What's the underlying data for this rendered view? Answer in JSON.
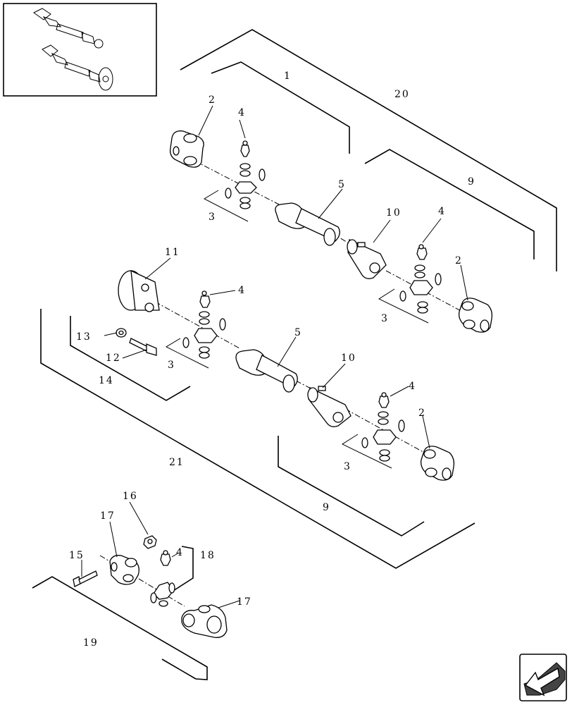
{
  "diagram": {
    "labels": {
      "n1": "1",
      "n2a": "2",
      "n2b": "2",
      "n2c": "2",
      "n3a": "3",
      "n3b": "3",
      "n3c": "3",
      "n3d": "3",
      "n4a": "4",
      "n4b": "4",
      "n4c": "4",
      "n4d": "4",
      "n4e": "4",
      "n5a": "5",
      "n5b": "5",
      "n9a": "9",
      "n9b": "9",
      "n10a": "10",
      "n10b": "10",
      "n11": "11",
      "n12": "12",
      "n13": "13",
      "n14": "14",
      "n15": "15",
      "n16": "16",
      "n17a": "17",
      "n17b": "17",
      "n18": "18",
      "n19": "19",
      "n20": "20",
      "n21": "21"
    },
    "icons": {
      "thumbnail": "driveline-assembly-thumbnail",
      "nav": "previous-page-arrow-icon"
    }
  }
}
